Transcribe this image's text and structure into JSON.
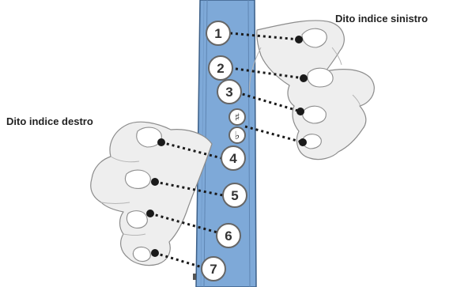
{
  "labels": {
    "left_index": "Dito indice sinistro",
    "right_index": "Dito indice destro"
  },
  "holes": [
    "1",
    "2",
    "3",
    "#",
    "b",
    "4",
    "5",
    "6",
    "7"
  ],
  "colors": {
    "instrument_body": "#7ea9d8",
    "instrument_edge": "#3c5f87",
    "hand_fill": "#eeeeee",
    "hand_outline": "#8c8c8c",
    "dotted_line": "#1a1a1a"
  }
}
